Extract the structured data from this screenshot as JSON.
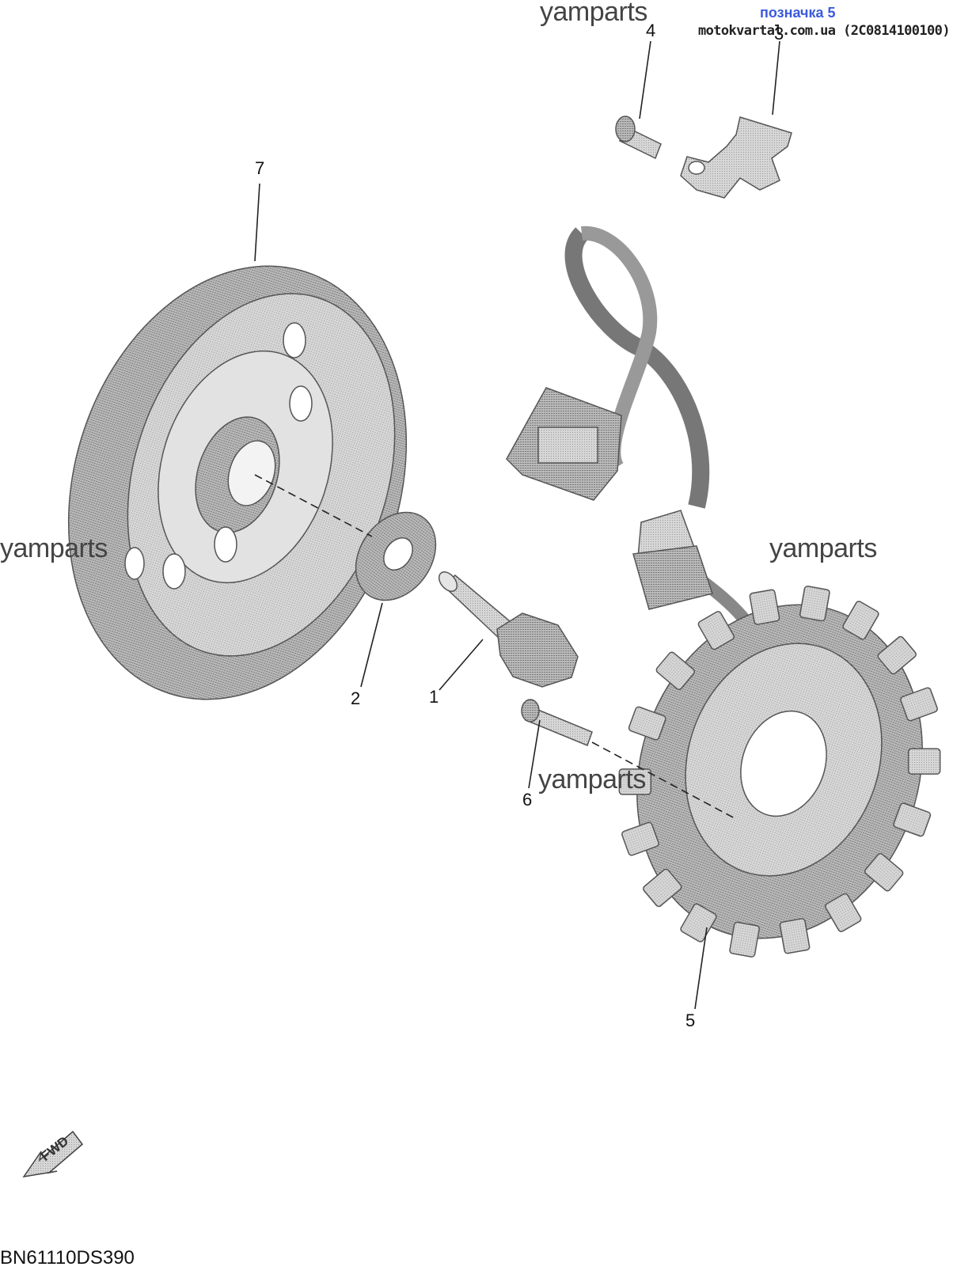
{
  "header": {
    "marker_label": "позначка 5",
    "site_line": "motokvartal.com.ua (2C0814100100)"
  },
  "watermarks": [
    "yamparts",
    "yamparts",
    "yamparts",
    "yamparts"
  ],
  "callouts": {
    "p1": "1",
    "p2": "2",
    "p3": "3",
    "p4": "4",
    "p5": "5",
    "p6": "6",
    "p7": "7"
  },
  "fwd_label": "FWD",
  "diagram_code": "BN61110DS390",
  "colors": {
    "marker": "#3b5bdb",
    "part_fill": "#c8c8c8",
    "part_dark": "#8a8a8a"
  }
}
